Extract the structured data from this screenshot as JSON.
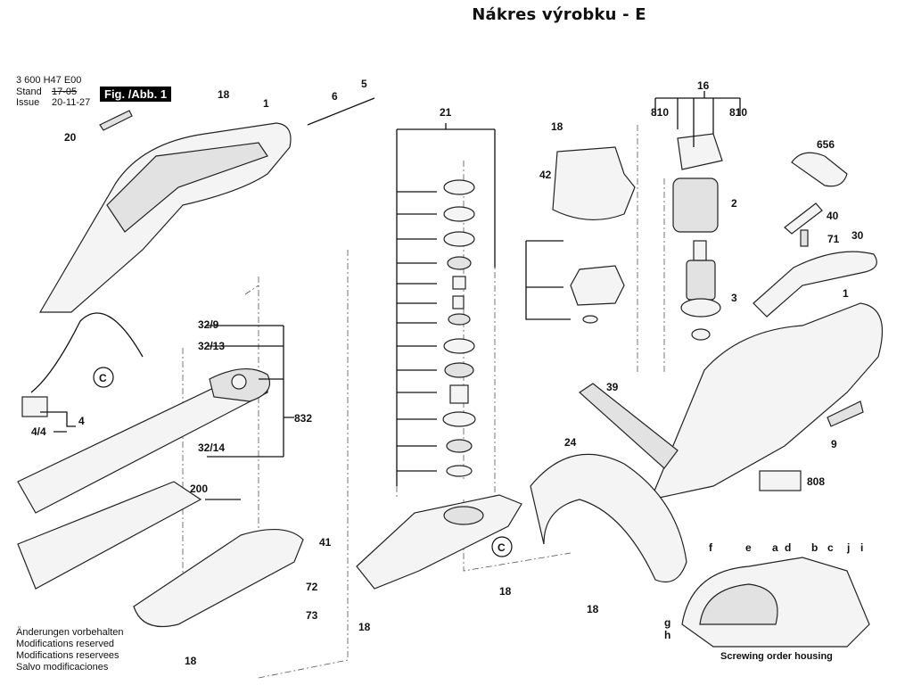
{
  "title": "Nákres výrobku - E",
  "header": {
    "doc_number": "3 600 H47 E00",
    "stand_label": "Stand",
    "issue_label": "Issue",
    "stand_value": "17-05",
    "issue_value": "20-11-27",
    "figure_badge": "Fig. /Abb. 1"
  },
  "disclaimer": [
    "Änderungen vorbehalten",
    "Modifications reserved",
    "Modifications reservees",
    "Salvo modificaciones"
  ],
  "screwing_caption": "Screwing order housing",
  "callouts": {
    "c1": "1",
    "c1b": "1",
    "c2": "2",
    "c3": "3",
    "c4": "4",
    "c4_4": "4/4",
    "c5": "5",
    "c6": "6",
    "c9": "9",
    "c16": "16",
    "c18a": "18",
    "c18b": "18",
    "c18c": "18",
    "c18d": "18",
    "c18e": "18",
    "c18f": "18",
    "c20": "20",
    "c21": "21",
    "c24": "24",
    "c30": "30",
    "c32_9": "32/9",
    "c32_13": "32/13",
    "c32_14": "32/14",
    "c39": "39",
    "c40": "40",
    "c41": "41",
    "c42": "42",
    "c71": "71",
    "c72": "72",
    "c73": "73",
    "c200": "200",
    "c656": "656",
    "c808": "808",
    "c810a": "810",
    "c810b": "810",
    "c832": "832",
    "connC1": "C",
    "connC2": "C"
  },
  "screw_order_letters": [
    "f",
    "e",
    "a",
    "d",
    "b",
    "c",
    "j",
    "i",
    "g",
    "h"
  ]
}
